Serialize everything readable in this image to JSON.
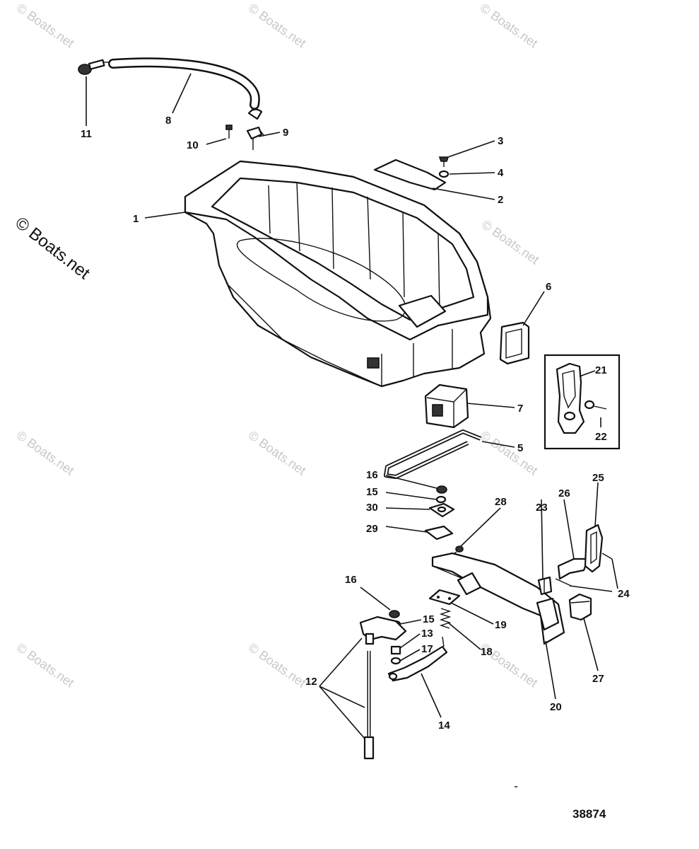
{
  "watermark_text": "© Boats.net",
  "copyright_text": "© Boats.net",
  "drawing_number": "38874",
  "callouts": [
    "1",
    "2",
    "3",
    "4",
    "5",
    "6",
    "7",
    "8",
    "9",
    "10",
    "11",
    "12",
    "13",
    "14",
    "15",
    "16",
    "17",
    "18",
    "19",
    "20",
    "21",
    "22",
    "23",
    "24",
    "25",
    "26",
    "27",
    "28",
    "29",
    "30"
  ]
}
